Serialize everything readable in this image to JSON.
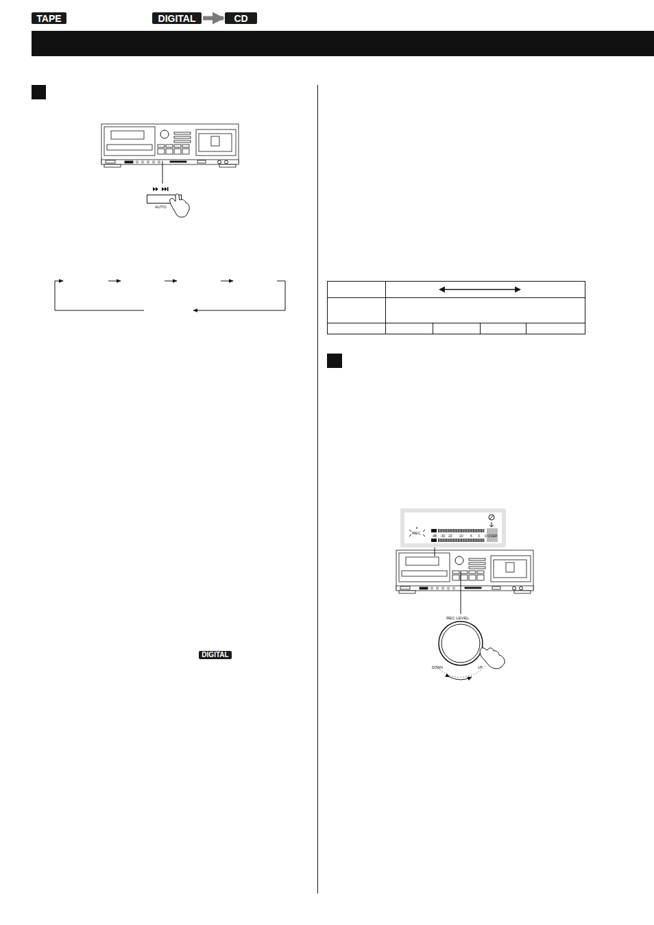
{
  "diagram": {
    "nodes": [
      {
        "text": [
          "TAPE"
        ]
      },
      {
        "text": [
          "DIGITAL"
        ]
      },
      {
        "text": [
          "CD"
        ]
      },
      {
        "text": [
          "DIGITAL"
        ]
      }
    ],
    "edges": [
      {
        "from": 1,
        "to": 2,
        "arrow": "to"
      }
    ],
    "labels": [
      "AUTO",
      "REC",
      "dB",
      "-30",
      "20",
      "10",
      "6",
      "3",
      "0",
      "OVER",
      "REC LEVEL",
      "DOWN",
      "UP"
    ]
  }
}
